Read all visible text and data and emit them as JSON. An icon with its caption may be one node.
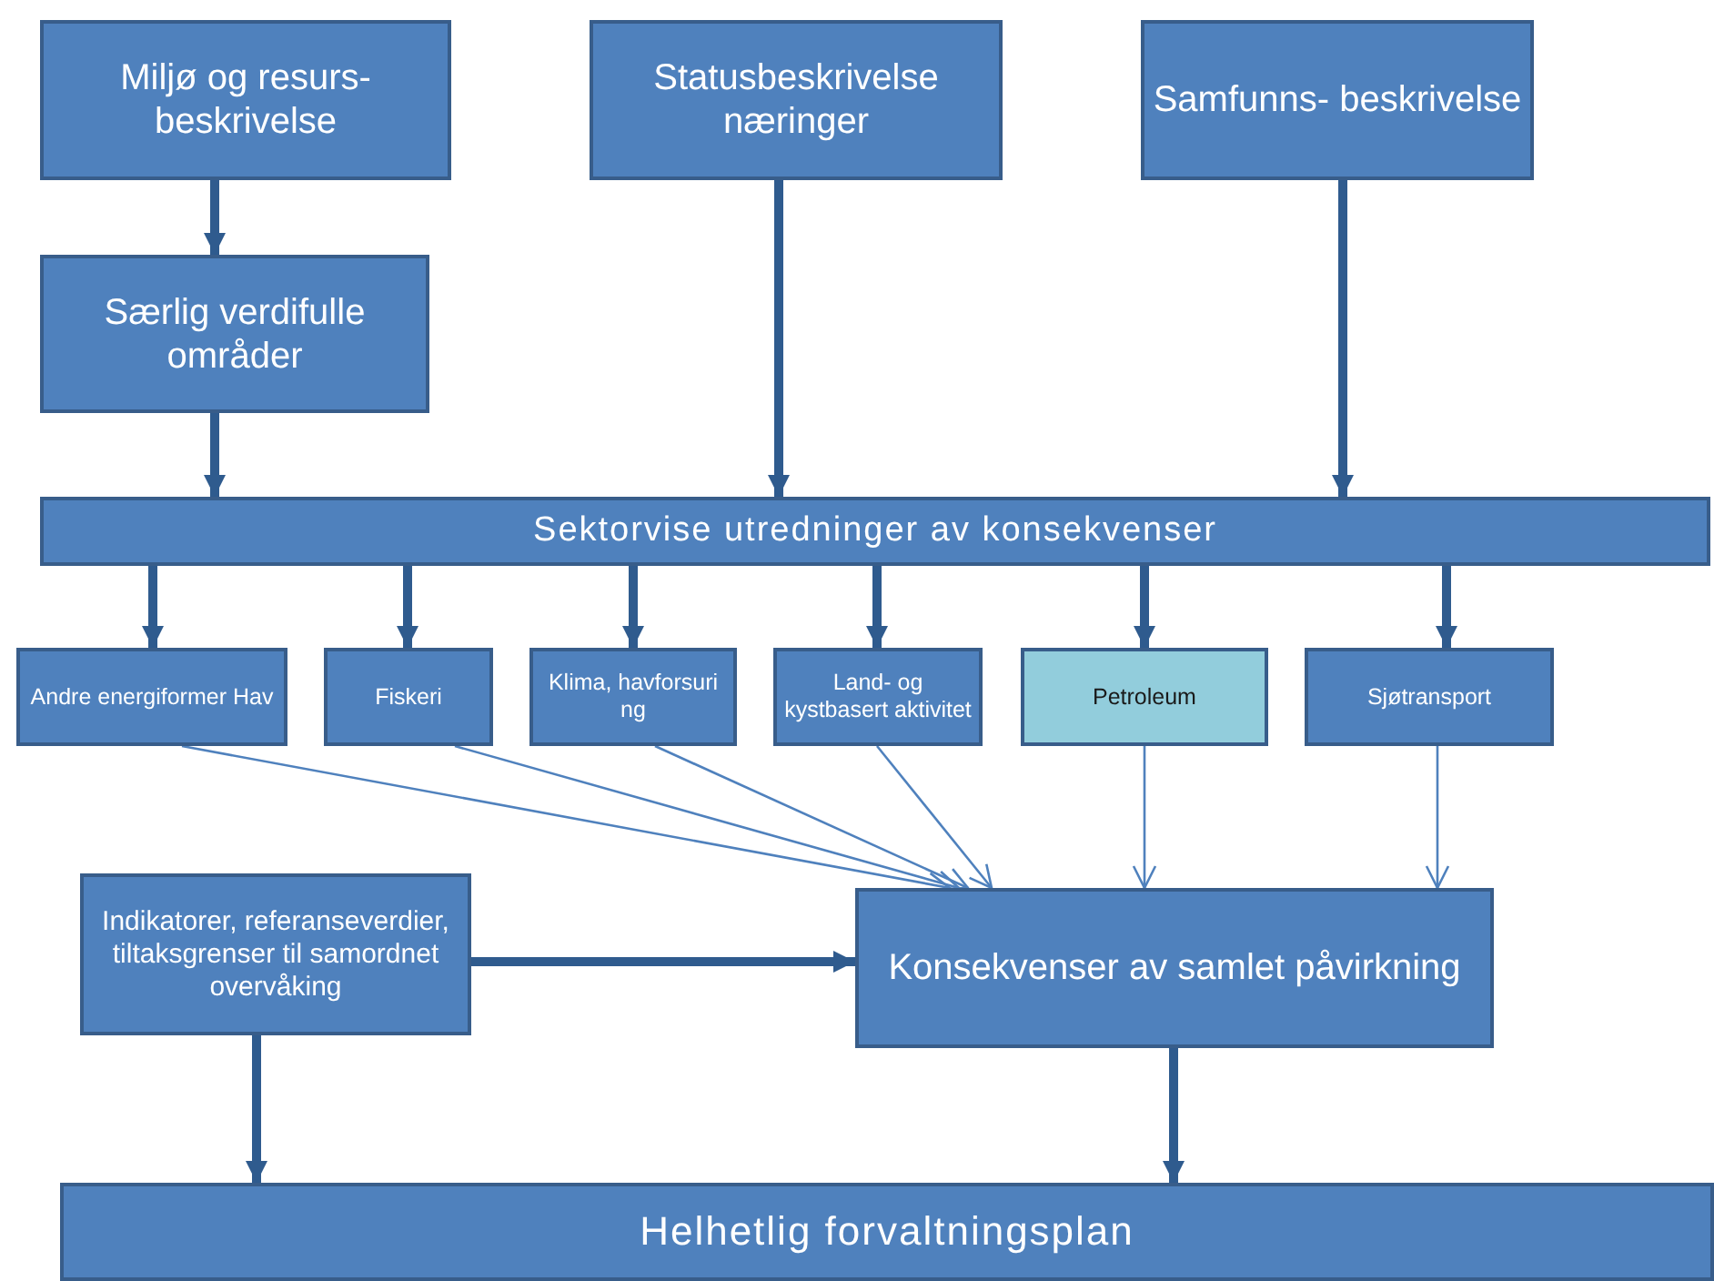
{
  "diagram": {
    "nodes": [
      {
        "text": [
          "Miljø og resurs- beskrivelse"
        ]
      },
      {
        "text": [
          "Statusbeskrivelse næringer"
        ]
      },
      {
        "text": [
          "Samfunns- beskrivelse"
        ]
      },
      {
        "text": [
          "Særlig verdifulle områder"
        ]
      },
      {
        "text": [
          "Sektorvise utredninger av konsekvenser"
        ]
      },
      {
        "text": [
          "Andre energiformer Hav"
        ]
      },
      {
        "text": [
          "Fiskeri"
        ]
      },
      {
        "text": [
          "Klima, havforsuri ng"
        ]
      },
      {
        "text": [
          "Land- og kystbasert aktivitet"
        ]
      },
      {
        "text": [
          "Petroleum"
        ]
      },
      {
        "text": [
          "Sjøtransport"
        ]
      },
      {
        "text": [
          "Indikatorer, referanseverdier, tiltaksgrenser til samordnet overvåking"
        ]
      },
      {
        "text": [
          "Konsekvenser av samlet påvirkning"
        ]
      },
      {
        "text": [
          "Helhetlig forvaltningsplan"
        ]
      }
    ],
    "edges": [
      {
        "from": 0,
        "to": 3,
        "arrow": "to"
      },
      {
        "from": 3,
        "to": 4,
        "arrow": "to"
      },
      {
        "from": 1,
        "to": 4,
        "arrow": "to"
      },
      {
        "from": 2,
        "to": 4,
        "arrow": "to"
      },
      {
        "from": 4,
        "to": 5,
        "arrow": "to"
      },
      {
        "from": 4,
        "to": 6,
        "arrow": "to"
      },
      {
        "from": 4,
        "to": 7,
        "arrow": "to"
      },
      {
        "from": 4,
        "to": 8,
        "arrow": "to"
      },
      {
        "from": 4,
        "to": 9,
        "arrow": "to"
      },
      {
        "from": 4,
        "to": 10,
        "arrow": "to"
      },
      {
        "from": 5,
        "to": 12,
        "arrow": "to",
        "color": "#4f81bd"
      },
      {
        "from": 6,
        "to": 12,
        "arrow": "to",
        "color": "#4f81bd"
      },
      {
        "from": 7,
        "to": 12,
        "arrow": "to",
        "color": "#4f81bd"
      },
      {
        "from": 8,
        "to": 12,
        "arrow": "to",
        "color": "#4f81bd"
      },
      {
        "from": 9,
        "to": 12,
        "arrow": "to",
        "color": "#4f81bd"
      },
      {
        "from": 10,
        "to": 12,
        "arrow": "to",
        "color": "#4f81bd"
      },
      {
        "from": 11,
        "to": 12,
        "arrow": "to"
      },
      {
        "from": 11,
        "to": 13,
        "arrow": "to"
      },
      {
        "from": 12,
        "to": 13,
        "arrow": "to"
      }
    ]
  }
}
